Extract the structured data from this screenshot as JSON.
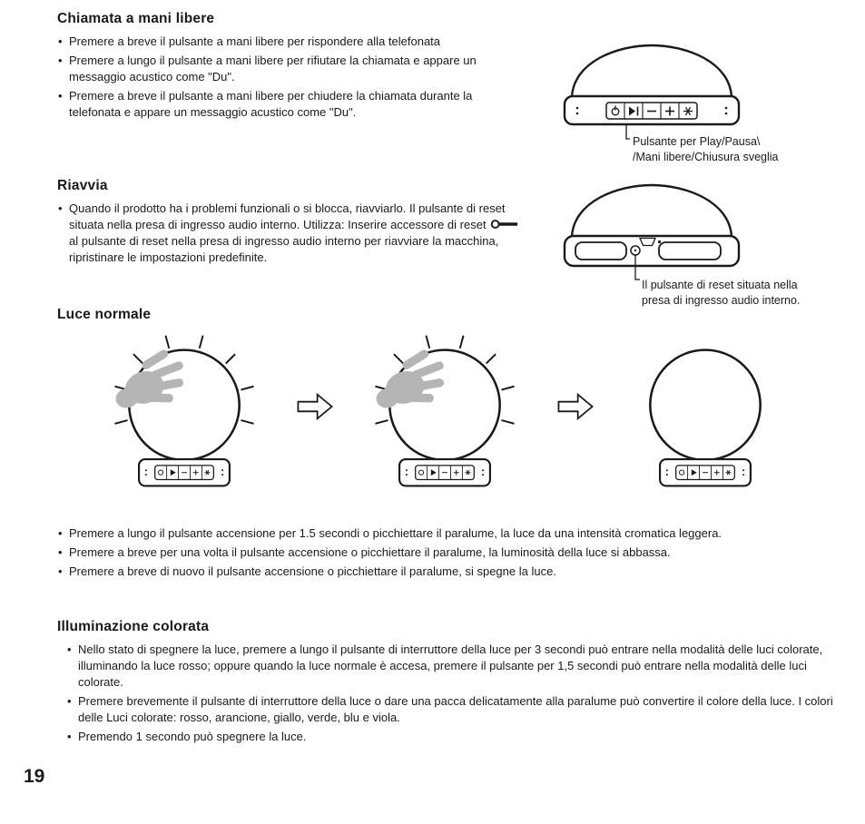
{
  "page": {
    "number": "19"
  },
  "colors": {
    "text": "#1a1a1a",
    "hand_gray": "#b5b5b5",
    "background": "#ffffff"
  },
  "icons": {
    "key_icon": "reset-key",
    "arrow_icon": "block-arrow-right",
    "hand_icon": "tapping-hand-silhouette",
    "button_icons": [
      "power",
      "play-pause",
      "minus",
      "plus",
      "alarm-asterisk"
    ],
    "device_icons": [
      "reset-hole",
      "usb-port",
      "mic-holes"
    ]
  },
  "sections": {
    "handsfree": {
      "heading": "Chiamata a mani libere",
      "bullets": [
        "Premere a breve il pulsante a mani libere per rispondere alla telefonata",
        "Premere a lungo il pulsante a mani libere per rifiutare la chiamata e appare un messaggio acustico come \"Du\".",
        "Premere a breve il pulsante a mani libere per chiudere la chiamata durante la telefonata e appare un messaggio acustico come \"Du\"."
      ]
    },
    "riavvia": {
      "heading": "Riavvia",
      "text_before_icon": "Quando il prodotto ha i problemi funzionali o si blocca, riavviarlo. Il pulsante di reset situata nella presa di ingresso audio interno. Utilizza: Inserire accessore di reset",
      "text_after_icon": "al pulsante di reset nella presa di ingresso audio interno per riavviare la macchina, ripristinare le impostazioni predefinite."
    },
    "luce_normale": {
      "heading": "Luce normale",
      "bullets": [
        "Premere a lungo il pulsante accensione per 1.5 secondi o picchiettare il paralume, la luce da una intensità cromatica leggera.",
        "Premere a breve per una volta il pulsante accensione o picchiettare il paralume, la luminosità della luce si abbassa.",
        "Premere a breve di nuovo il pulsante accensione o picchiettare il paralume, si spegne la luce."
      ]
    },
    "illuminazione": {
      "heading": "Illuminazione colorata",
      "bullets": [
        "Nello stato di spegnere la luce, premere a lungo il pulsante di interruttore della luce per 3 secondi può entrare nella modalità delle luci colorate, illuminando la luce rosso; oppure quando la luce normale è accesa, premere il pulsante per 1,5 secondi può entrare nella modalità delle luci colorate.",
        "Premere brevemente il pulsante di interruttore della luce o dare una pacca delicatamente alla paralume può convertire il colore della luce. I colori delle Luci colorate: rosso, arancione, giallo, verde, blu e viola.",
        "Premendo 1 secondo può spegnere la luce."
      ]
    }
  },
  "captions": {
    "play_pause_line1": "Pulsante per Play/Pausa\\",
    "play_pause_line2": "/Mani libere/Chiusura sveglia",
    "reset_line1": "Il pulsante di reset situata nella",
    "reset_line2": "presa di ingresso audio interno."
  }
}
